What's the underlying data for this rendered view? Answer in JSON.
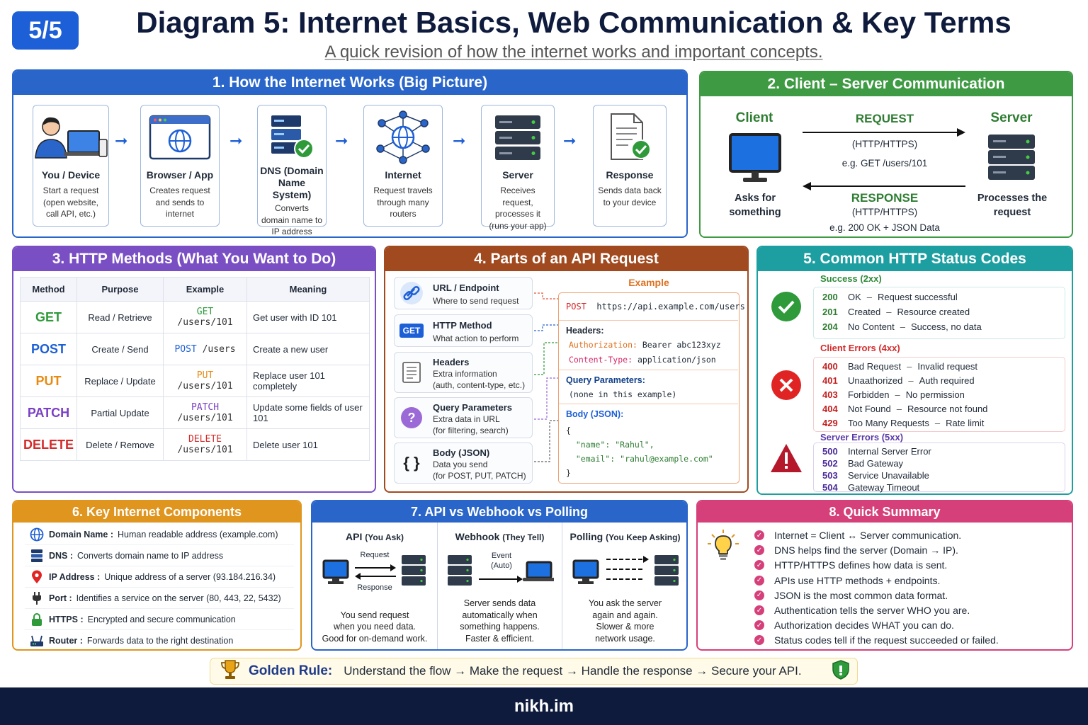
{
  "header": {
    "badge": "5/5",
    "title": "Diagram 5: Internet Basics, Web Communication & Key Terms",
    "subtitle": "A quick revision of how the internet works and important concepts."
  },
  "p1": {
    "title": "1. How the Internet Works (Big Picture)",
    "steps": [
      {
        "title": "You / Device",
        "desc": "Start a request (open website, call API, etc.)",
        "icon": "user-laptop-icon"
      },
      {
        "title": "Browser / App",
        "desc": "Creates request and sends to internet",
        "icon": "browser-globe-icon"
      },
      {
        "title": "DNS (Domain Name System)",
        "desc": "Converts domain name to IP address",
        "icon": "dns-server-check-icon"
      },
      {
        "title": "Internet",
        "desc": "Request travels through many routers",
        "icon": "network-globe-icon"
      },
      {
        "title": "Server",
        "desc": "Receives request, processes it (runs your app)",
        "icon": "server-rack-icon"
      },
      {
        "title": "Response",
        "desc": "Sends data back to your device",
        "icon": "document-check-icon"
      }
    ]
  },
  "p2": {
    "title": "2. Client – Server Communication",
    "client": "Client",
    "server": "Server",
    "client_desc": "Asks for something",
    "server_desc": "Processes the request",
    "request": "REQUEST",
    "request_proto": "(HTTP/HTTPS)",
    "request_eg": "e.g. GET  /users/101",
    "response": "RESPONSE",
    "response_proto": "(HTTP/HTTPS)",
    "response_eg": "e.g. 200 OK + JSON Data"
  },
  "p3": {
    "title": "3. HTTP Methods (What You Want to Do)",
    "headers": [
      "Method",
      "Purpose",
      "Example",
      "Meaning"
    ],
    "rows": [
      {
        "method": "GET",
        "color": "#2e9a3a",
        "purpose": "Read / Retrieve",
        "ex_m": "GET",
        "ex_p": "/users/101",
        "meaning": "Get user with ID 101"
      },
      {
        "method": "POST",
        "color": "#1d5fd6",
        "purpose": "Create / Send",
        "ex_m": "POST",
        "ex_p": "/users",
        "meaning": "Create a new user"
      },
      {
        "method": "PUT",
        "color": "#e88a10",
        "purpose": "Replace / Update",
        "ex_m": "PUT",
        "ex_p": "/users/101",
        "meaning": "Replace user 101 completely"
      },
      {
        "method": "PATCH",
        "color": "#7a3fc4",
        "purpose": "Partial Update",
        "ex_m": "PATCH",
        "ex_p": "/users/101",
        "meaning": "Update some fields of user 101"
      },
      {
        "method": "DELETE",
        "color": "#d42a2a",
        "purpose": "Delete / Remove",
        "ex_m": "DELETE",
        "ex_p": "/users/101",
        "meaning": "Delete user 101"
      }
    ]
  },
  "p4": {
    "title": "4. Parts of an API Request",
    "parts": [
      {
        "title": "URL / Endpoint",
        "desc": [
          "Where to send request"
        ],
        "icon": "link-icon"
      },
      {
        "title": "HTTP Method",
        "desc": [
          "What action to perform"
        ],
        "icon": "get-badge-icon",
        "badge": "GET"
      },
      {
        "title": "Headers",
        "desc": [
          "Extra information",
          "(auth, content-type, etc.)"
        ],
        "icon": "document-lines-icon"
      },
      {
        "title": "Query Parameters",
        "desc": [
          "Extra data in URL",
          "(for filtering, search)"
        ],
        "icon": "question-icon"
      },
      {
        "title": "Body (JSON)",
        "desc": [
          "Data you send",
          "(for POST, PUT, PATCH)"
        ],
        "icon": "braces-icon",
        "glyph": "{ }"
      }
    ],
    "example_label": "Example",
    "ex_method": "POST",
    "ex_url": "https://api.example.com/users",
    "headers_label": "Headers:",
    "auth_key": "Authorization:",
    "auth_val": "Bearer abc123xyz",
    "ct_key": "Content-Type:",
    "ct_val": "application/json",
    "query_label": "Query Parameters:",
    "query_val": "(none in this example)",
    "body_label": "Body (JSON):",
    "body_lines": [
      "{",
      "  \"name\": \"Rahul\",",
      "  \"email\": \"rahul@example.com\"",
      "}"
    ]
  },
  "p5": {
    "title": "5. Common HTTP Status Codes",
    "success": {
      "label": "Success (2xx)",
      "rows": [
        [
          "200",
          "OK",
          "–",
          "Request successful"
        ],
        [
          "201",
          "Created",
          "–",
          "Resource created"
        ],
        [
          "204",
          "No Content",
          "–",
          "Success, no data"
        ]
      ]
    },
    "client": {
      "label": "Client Errors (4xx)",
      "rows": [
        [
          "400",
          "Bad Request",
          "–",
          "Invalid request"
        ],
        [
          "401",
          "Unaathorized",
          "–",
          "Auth required"
        ],
        [
          "403",
          "Forbidden",
          "–",
          "No permission"
        ],
        [
          "404",
          "Not Found",
          "–",
          "Resource not found"
        ],
        [
          "429",
          "Too Many Requests",
          "–",
          "Rate limit"
        ]
      ]
    },
    "server": {
      "label": "Server Errors (5xx)",
      "rows": [
        [
          "500",
          "Internal  Server Error"
        ],
        [
          "502",
          "Bad Gateway"
        ],
        [
          "503",
          "Service Unavailable"
        ],
        [
          "504",
          "Gateway  Timeout"
        ]
      ]
    }
  },
  "p6": {
    "title": "6. Key Internet Components",
    "rows": [
      {
        "term": "Domain Name :",
        "desc": "Human readable address (example.com)",
        "icon": "globe-icon"
      },
      {
        "term": "DNS :",
        "desc": "Converts domain name to IP address",
        "icon": "server-icon"
      },
      {
        "term": "IP Address :",
        "desc": "Unique address of a server (93.184.216.34)",
        "icon": "location-pin-icon"
      },
      {
        "term": "Port :",
        "desc": "Identifies a service on the server (80, 443, 22, 5432)",
        "icon": "plug-icon"
      },
      {
        "term": "HTTPS :",
        "desc": "Encrypted and secure communication",
        "icon": "lock-icon"
      },
      {
        "term": "Router :",
        "desc": "Forwards data to the right destination",
        "icon": "router-icon"
      }
    ]
  },
  "p7": {
    "title": "7. API vs Webhook vs Polling",
    "cols": [
      {
        "title": "API",
        "sub": "(You Ask)",
        "l1": "Request",
        "l2": "Response",
        "desc": [
          "You send request",
          "when you need data.",
          "Good for on-demand work."
        ]
      },
      {
        "title": "Webhook",
        "sub": "(They Tell)",
        "l1": "Event",
        "l2": "(Auto)",
        "desc": [
          "Server sends data",
          "automatically when",
          "something happens.",
          "Faster & efficient."
        ]
      },
      {
        "title": "Polling",
        "sub": "(You Keep Asking)",
        "desc": [
          "You ask the server",
          "again and again.",
          "Slower & more",
          "network usage."
        ]
      }
    ]
  },
  "p8": {
    "title": "8. Quick Summary",
    "items": [
      "Internet = Client ↔ Server communication.",
      "DNS helps find the server (Domain → IP).",
      "HTTP/HTTPS defines how data is sent.",
      "APIs use HTTP methods + endpoints.",
      "JSON is the most common data format.",
      "Authentication tells the server WHO you are.",
      "Authorization decides WHAT you can do.",
      "Status codes tell if the request succeeded or failed."
    ]
  },
  "golden": {
    "label": "Golden Rule:",
    "text": "Understand the flow → Make the request → Handle the response → Secure your API."
  },
  "footer": {
    "text": "nikh.im"
  }
}
